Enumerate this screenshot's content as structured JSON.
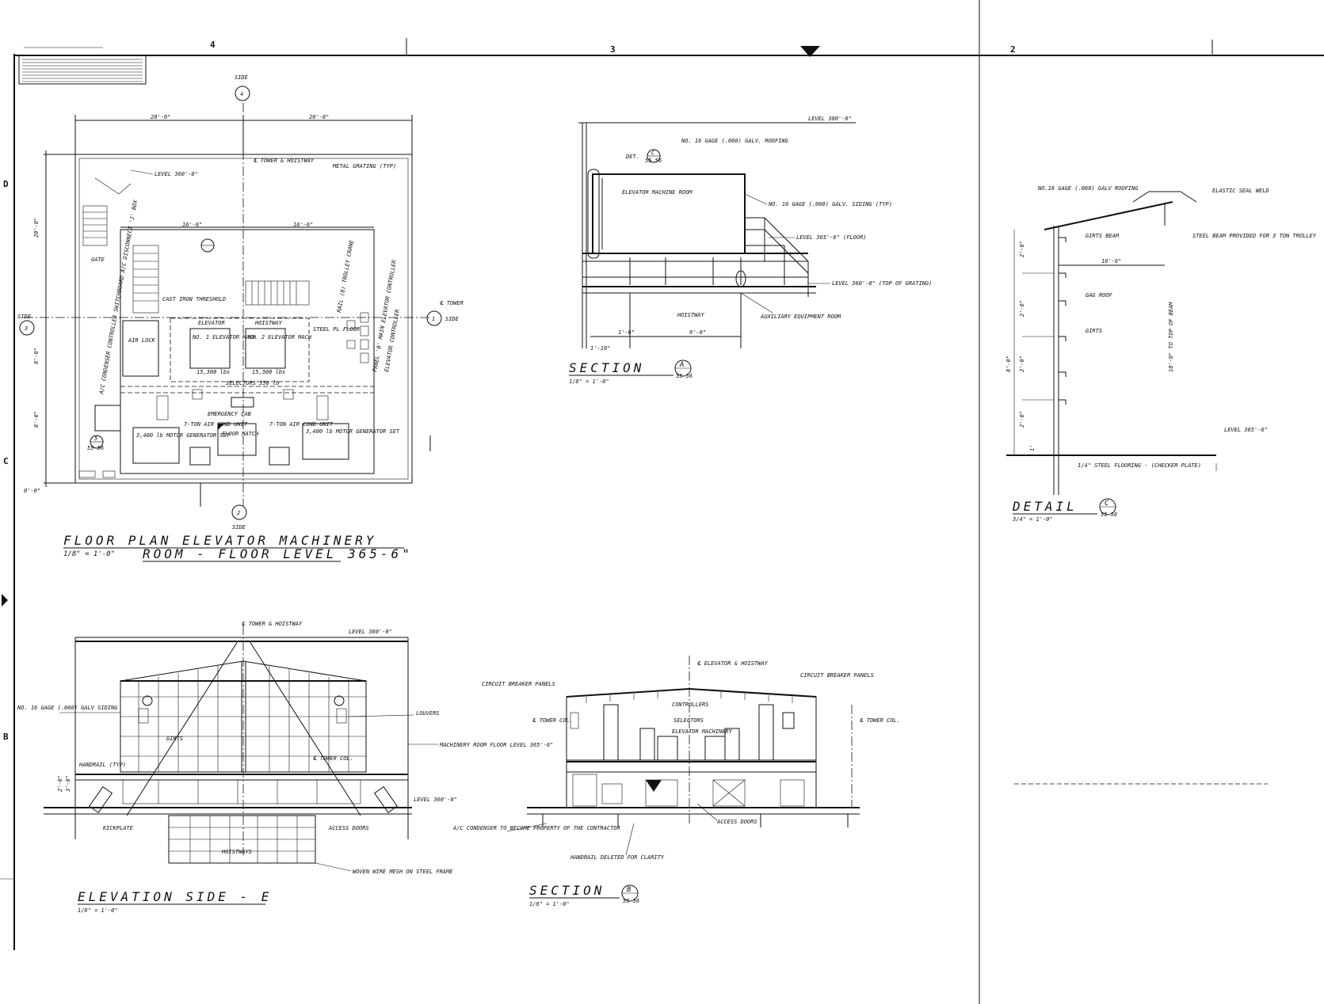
{
  "grid": {
    "cols": [
      "4",
      "3",
      "2"
    ],
    "rows": [
      "D",
      "C",
      "B"
    ]
  },
  "floor_plan": {
    "title_1": "FLOOR PLAN ELEVATOR MACHINERY",
    "title_2": "ROOM - FLOOR LEVEL 365-6\"",
    "scale": "1/8\" = 1'-0\"",
    "dim_left": "20'-0\"",
    "dim_right": "20'-0\"",
    "dim_16a": "16'-6\"",
    "dim_16b": "16'-6\"",
    "dim_v1": "20'-0\"",
    "dim_v2": "8'-0\"",
    "dim_v3": "8'-0\"",
    "dim_v4": "0'-0\"",
    "side_top": "SIDE",
    "side_bottom": "SIDE",
    "side_left": "SIDE",
    "side_right": "SIDE",
    "tag_top": "4",
    "tag_bottom": "2",
    "tag_left": "3",
    "tag_right": "1",
    "level": "LEVEL 360'-0\"",
    "tower_hoistway": "℄ TOWER & HOISTWAY",
    "metal_grating": "METAL GRATING (TYP)",
    "tower": "℄ TOWER",
    "gate": "GATE",
    "cast_iron": "CAST IRON THRESHOLD",
    "trolley": "RAIL (8) TROLLEY CRANE",
    "air_lock": "AIR LOCK",
    "elevator": "ELEVATOR",
    "hoistway": "HOISTWAY",
    "mach_1": "NO. 1 ELEVATOR MACH",
    "mach_2": "NO. 2 ELEVATOR MACH",
    "load_1": "15,300 lbs",
    "load_2": "15,300 lbs",
    "selectors": "SELECTORS 350 lb",
    "emergency": "EMERGENCY CAB",
    "motor_1": "3,400 lb MOTOR GENERATOR SET",
    "motor_2": "3,400 lb MOTOR GENERATOR SET",
    "air_1": "7-TON AIR COND UNIT",
    "air_2": "7-TON AIR COND UNIT",
    "hatch": "FLOOR HATCH",
    "steel_floor": "STEEL PL FLOOR",
    "controller_l": "A/C CONDENSER CONTROLLER SWITCHBOARD A/C DISCONNECT 'J' BOX",
    "controller_r": "PANEL 'B' MAIN ELEVATOR CONTROLLER",
    "elev_mach_r": "ELEVATOR CONTROLLER",
    "ref_tag": "5",
    "ref_sheet": "55 56"
  },
  "section_a": {
    "title": "SECTION",
    "tag": "A",
    "scale": "1/8\" = 1'-0\"",
    "sheet": "55 56",
    "level_top": "LEVEL 380'-0\"",
    "roofing": "NO. 16 GAGE (.060) GALV. ROOFING",
    "det": "DET.",
    "det_tag": "C",
    "det_sheet": "55 56",
    "room": "ELEVATOR MACHINE ROOM",
    "siding": "NO. 16 GAGE (.060) GALV. SIDING (TYP)",
    "level_floor": "LEVEL 365'-6\" (FLOOR)",
    "level_grating": "LEVEL 360'-0\" (TOP OF GRATING)",
    "hoistway": "HOISTWAY",
    "auxiliary": "AUXILIARY EQUIPMENT ROOM",
    "dim_a": "1'-6\"",
    "dim_b": "9'-0\"",
    "dim_c": "1'-10\""
  },
  "detail_c": {
    "title": "DETAIL",
    "tag": "C",
    "scale": "3/4\" = 1'-0\"",
    "sheet": "55 56",
    "roofing": "NO.16 GAGE (.060) GALV ROOFING",
    "seal": "ELASTIC SEAL WELD",
    "girt": "GIRTS BEAM",
    "beam": "STEEL BEAM PROVIDED FOR 3 TON TROLLEY",
    "dim_16": "16'-6\"",
    "gag": "GAG ROOF",
    "girts": "GIRTS",
    "height": "10'-0\" TO TOP OF BEAM",
    "level": "LEVEL 365'-6\"",
    "floor": "1/4\" STEEL FLOORING - (CHECKER PLATE)",
    "dim_1": "2'-0\"",
    "dim_2": "2'-0\"",
    "dim_3": "8'-0\"",
    "dim_4": "2'-0\"",
    "dim_5": "2'-0\"",
    "dim_6": "1'"
  },
  "elevation_e": {
    "title": "ELEVATION SIDE - E",
    "scale": "1/8\" = 1'-0\"",
    "tower_hoistway": "℄ TOWER & HOISTWAY",
    "level_top": "LEVEL 380'-0\"",
    "siding": "NO. 16 GAGE (.060) GALV SIDING",
    "louvers": "LOUVERS",
    "tower_col": "℄ TOWER COL.",
    "floor_level": "MACHINERY ROOM FLOOR LEVEL 365'-6\"",
    "handrail": "HANDRAIL (TYP)",
    "level_360": "LEVEL 360'-0\"",
    "kickplate": "KICKPLATE",
    "access_doors": "ACCESS DOORS",
    "hoistways": "HOISTWAYS",
    "woven_wire": "WOVEN WIRE MESH ON STEEL FRAME",
    "girt_label": "GIRTS",
    "dim_a": "2'-0\"",
    "dim_b": "3'-6\""
  },
  "section_b": {
    "title": "SECTION",
    "tag": "B",
    "scale": "1/8\" = 1'-0\"",
    "sheet": "55 56",
    "elevator_hoistway": "℄ ELEVATOR & HOISTWAY",
    "breaker_l": "CIRCUIT BREAKER PANELS",
    "breaker_r": "CIRCUIT BREAKER PANELS",
    "controllers": "CONTROLLERS",
    "selectors": "SELECTORS",
    "elevator_mach": "ELEVATOR MACHINERY",
    "tower_col_l": "℄ TOWER COL.",
    "tower_col_r": "℄ TOWER COL.",
    "ac_condenser": "A/C CONDENSER TO BECOME PROPERTY OF THE CONTRACTOR",
    "handrail": "HANDRAIL DELETED FOR CLARITY",
    "access": "ACCESS DOORS"
  }
}
